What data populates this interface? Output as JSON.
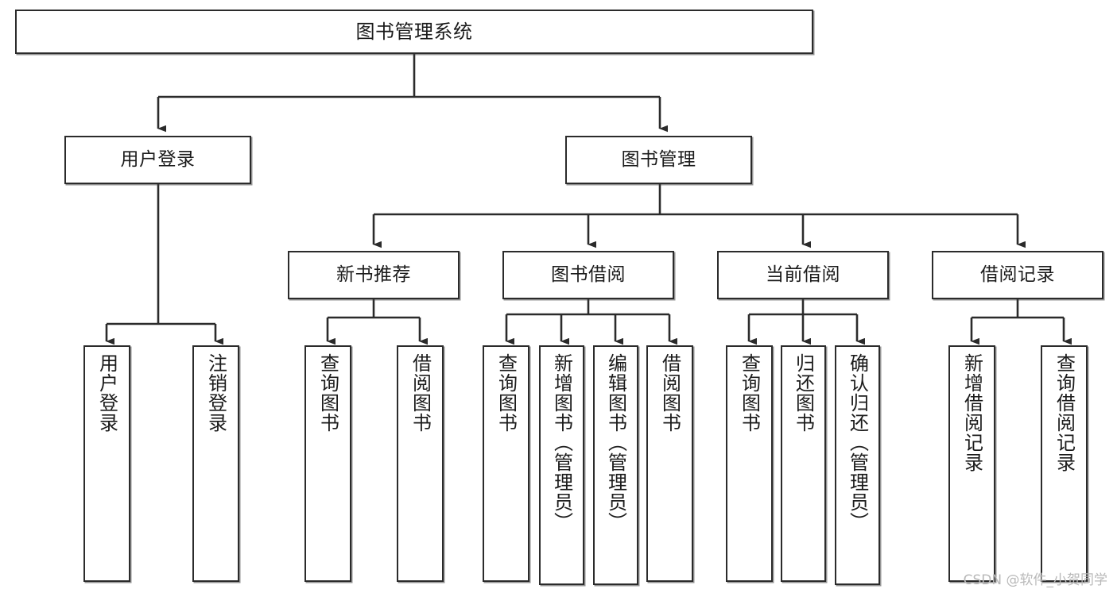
{
  "diagram": {
    "title": "图书管理系统",
    "watermark": "CSDN @软件_小贺同学",
    "orientation": "top-down tree",
    "line_color": "#2b2b2b",
    "box_fill": "#ffffff",
    "nodes": {
      "root": {
        "label": "图书管理系统",
        "level": 0
      },
      "l1": [
        {
          "label": "用户登录",
          "level": 1
        },
        {
          "label": "图书管理",
          "level": 1
        }
      ],
      "l2": [
        {
          "label": "新书推荐",
          "level": 2,
          "parent": "图书管理"
        },
        {
          "label": "图书借阅",
          "level": 2,
          "parent": "图书管理"
        },
        {
          "label": "当前借阅",
          "level": 2,
          "parent": "图书管理"
        },
        {
          "label": "借阅记录",
          "level": 2,
          "parent": "图书管理"
        }
      ],
      "leaves": [
        {
          "label": "用户登录",
          "parent": "用户登录"
        },
        {
          "label": "注销登录",
          "parent": "用户登录"
        },
        {
          "label": "查询图书",
          "parent": "新书推荐"
        },
        {
          "label": "借阅图书",
          "parent": "新书推荐"
        },
        {
          "label": "查询图书",
          "parent": "图书借阅"
        },
        {
          "label": "新增图书（管理员）",
          "parent": "图书借阅"
        },
        {
          "label": "编辑图书（管理员）",
          "parent": "图书借阅"
        },
        {
          "label": "借阅图书",
          "parent": "图书借阅"
        },
        {
          "label": "查询图书",
          "parent": "当前借阅"
        },
        {
          "label": "归还图书",
          "parent": "当前借阅"
        },
        {
          "label": "确认归还（管理员）",
          "parent": "当前借阅"
        },
        {
          "label": "新增借阅记录",
          "parent": "借阅记录"
        },
        {
          "label": "查询借阅记录",
          "parent": "借阅记录"
        }
      ]
    }
  }
}
